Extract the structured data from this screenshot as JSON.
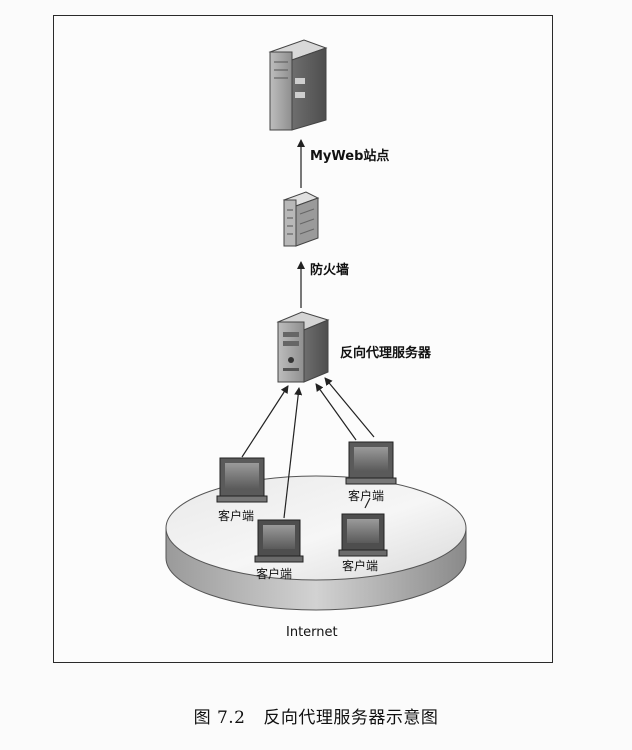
{
  "nodes": {
    "web_site": "MyWeb站点",
    "firewall": "防火墙",
    "reverse_proxy": "反向代理服务器",
    "clients": [
      "客户端",
      "客户端",
      "客户端",
      "客户端"
    ],
    "internet": "Internet"
  },
  "caption": {
    "number": "图 7.2",
    "title": "反向代理服务器示意图"
  }
}
